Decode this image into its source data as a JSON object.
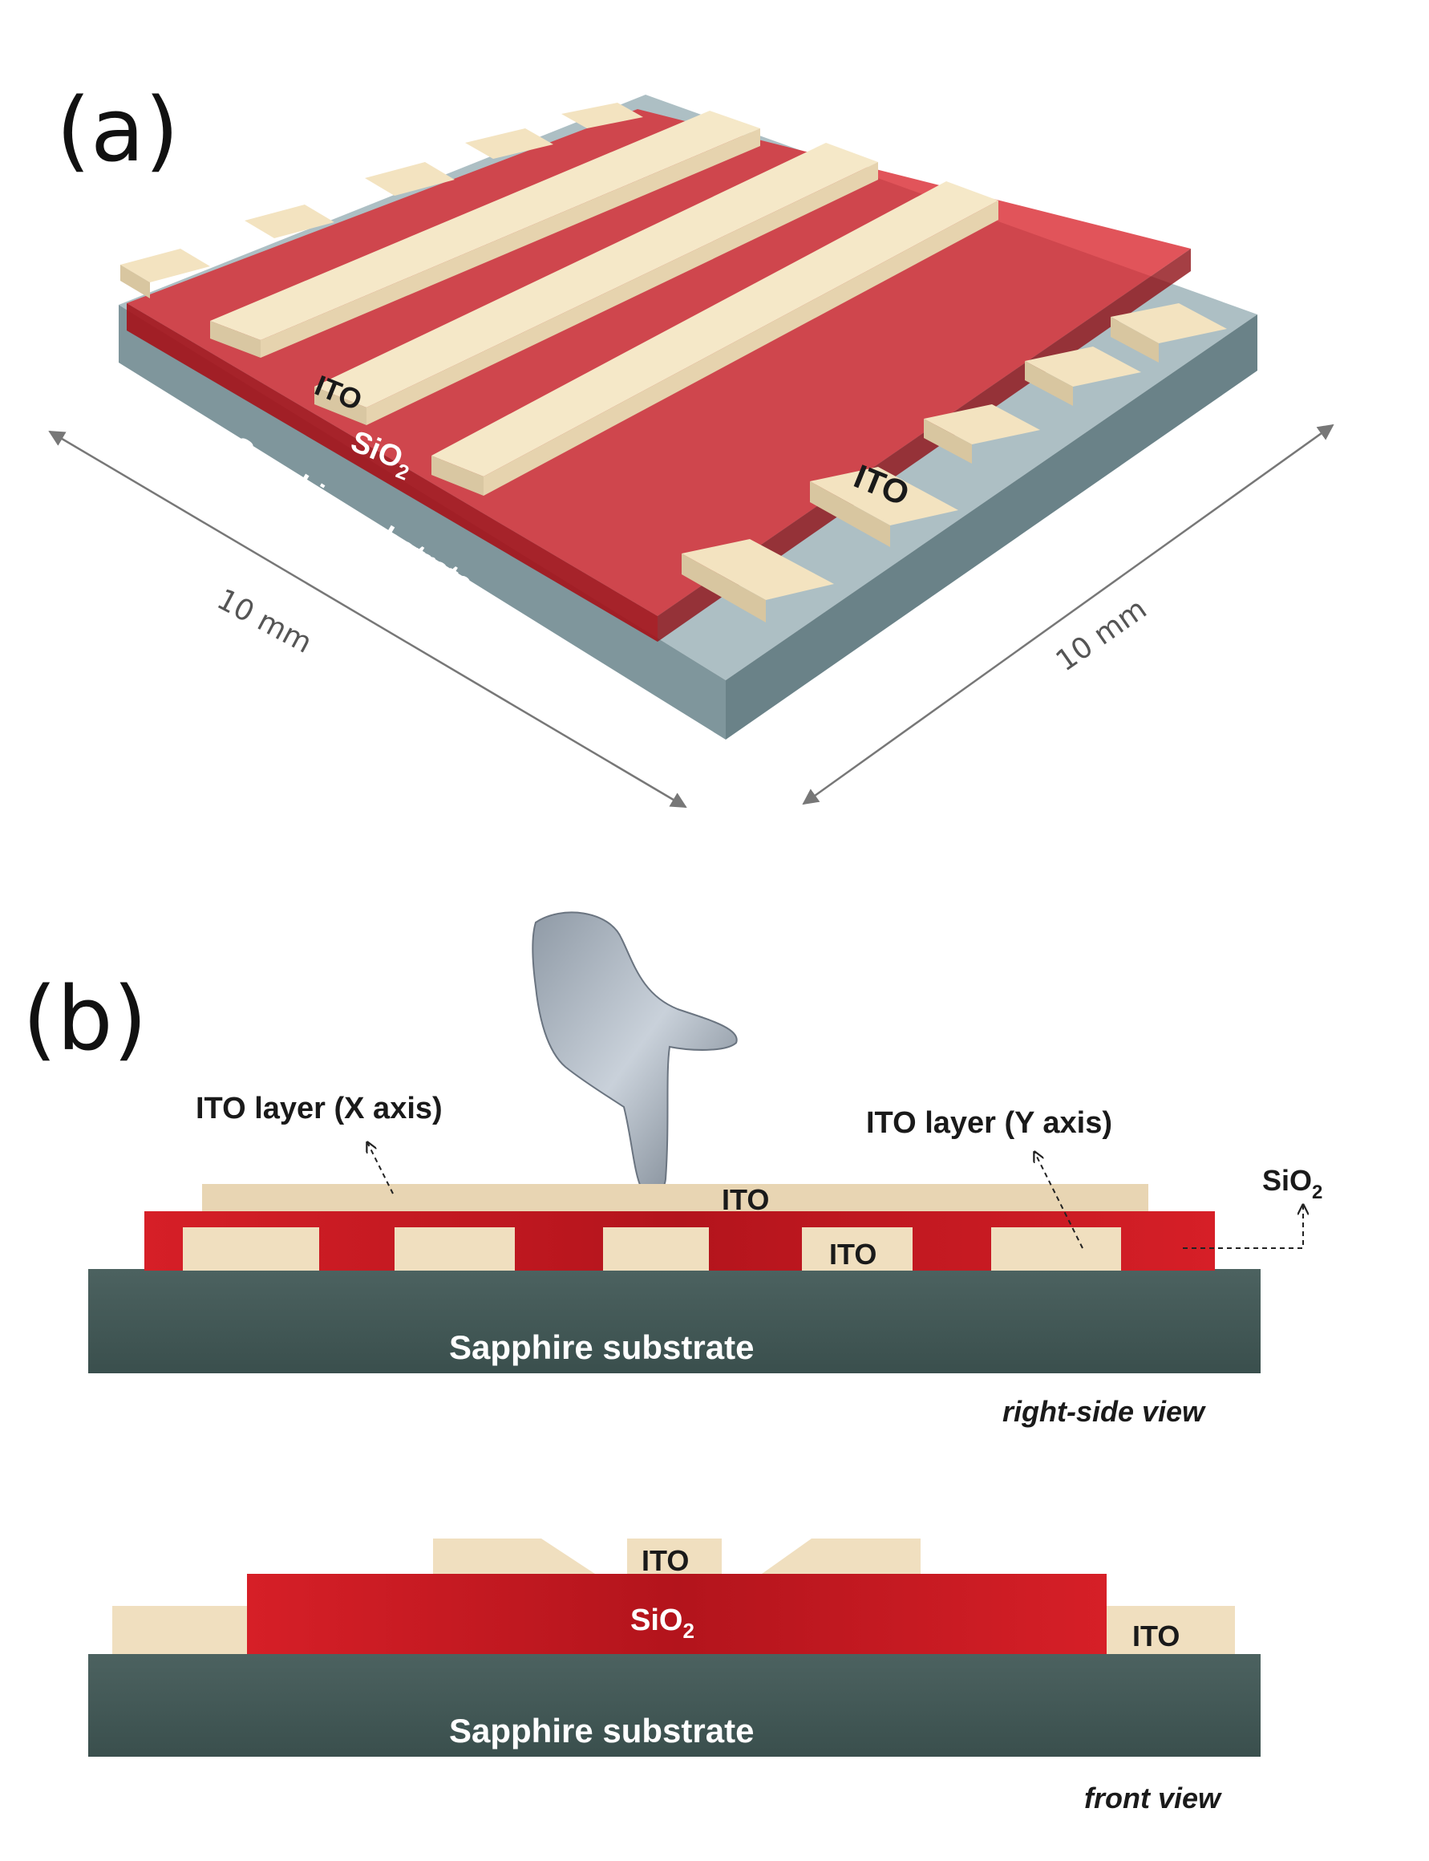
{
  "panel_a": {
    "letter": "(a)",
    "labels": {
      "ito_top": "ITO",
      "sio2_base": "SiO",
      "sio2_sub": "2",
      "substrate": "Sapphire substrate",
      "ito_pad": "ITO"
    },
    "dimensions": {
      "left": "10 mm",
      "right": "10 mm"
    }
  },
  "panel_b": {
    "letter": "(b)",
    "right_side_view": {
      "ito_x_label": "ITO layer (X axis)",
      "ito_y_label": "ITO layer (Y axis)",
      "sio2_base": "SiO",
      "sio2_sub": "2",
      "ito_top": "ITO",
      "ito_mid": "ITO",
      "substrate": "Sapphire substrate",
      "caption": "right-side view"
    },
    "front_view": {
      "ito_top": "ITO",
      "sio2_base": "SiO",
      "sio2_sub": "2",
      "ito_right": "ITO",
      "substrate": "Sapphire substrate",
      "caption": "front view"
    }
  },
  "colors": {
    "ito": "#f3e3c0",
    "sio2": "#c8202a",
    "sapphire_3d": "#8fa6ad",
    "sapphire_side": "#3f5553"
  }
}
